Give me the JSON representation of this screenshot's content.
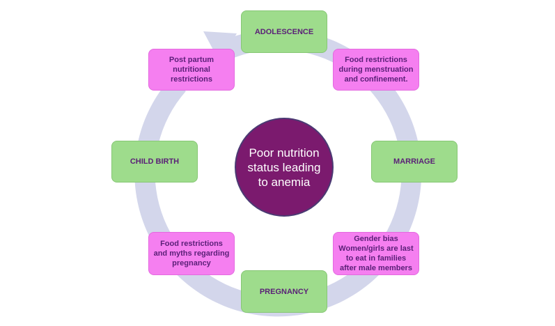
{
  "diagram": {
    "center_text": "Poor nutrition status leading to anemia",
    "stages": {
      "adolescence": "ADOLESCENCE",
      "marriage": "MARRIAGE",
      "pregnancy": "PREGNANCY",
      "child_birth": "CHILD BIRTH"
    },
    "factors": {
      "menstruation": "Food restrictions during menstruation and confinement.",
      "gender_bias": "Gender bias Women/girls are last to eat in families after male members",
      "pregnancy_myths": "Food restrictions and myths regarding pregnancy",
      "post_partum": "Post partum nutritional restrictions"
    },
    "colors": {
      "ring": "#d3d6eb",
      "stage_fill": "#9edc8c",
      "factor_fill": "#f57ff0",
      "center_fill": "#7b1a6e",
      "label_text": "#5a1f77"
    }
  }
}
